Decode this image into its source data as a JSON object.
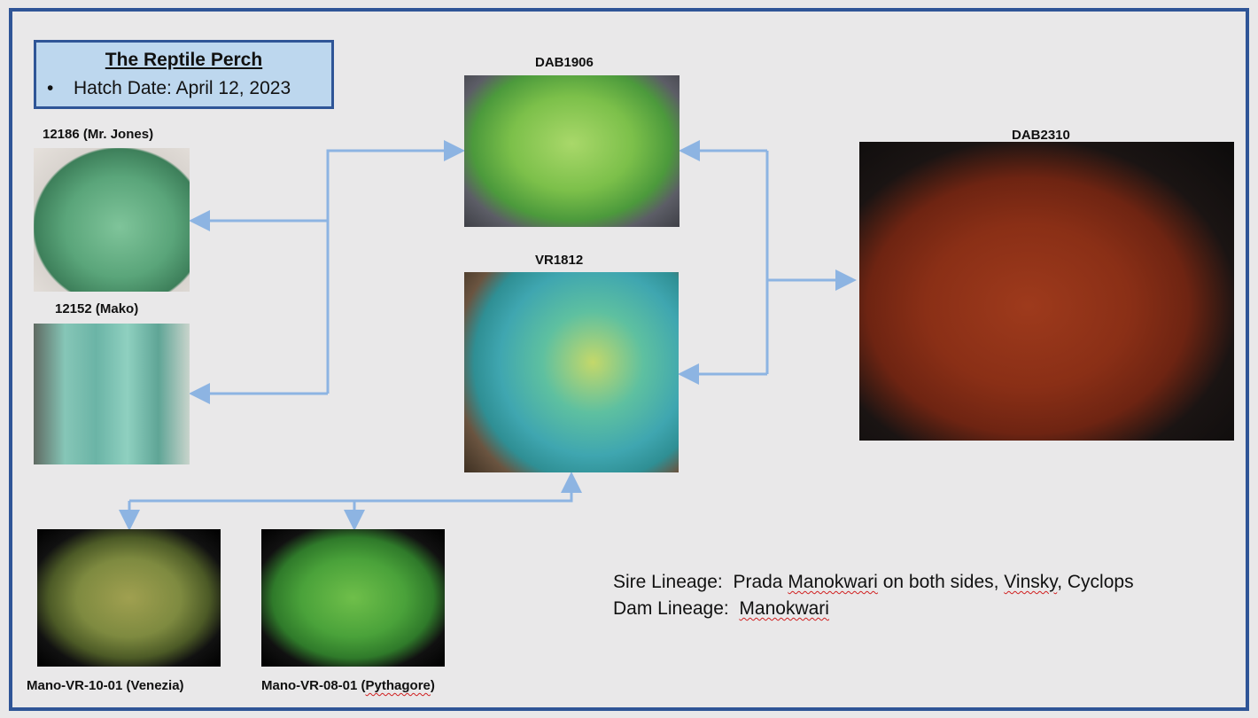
{
  "header": {
    "title": "The Reptile Perch",
    "hatch_date": "Hatch Date: April 12, 2023",
    "bullet": "•"
  },
  "animals": {
    "sire_sire": "12186 (Mr. Jones)",
    "sire_dam": "12152 (Mako)",
    "sire": "DAB1906",
    "dam": "VR1812",
    "offspring": "DAB2310",
    "dam_sire": "Mano-VR-10-01 (Venezia)",
    "dam_dam_prefix": "Mano-VR-08-01 (",
    "dam_dam_name": "Pythagore",
    "dam_dam_suffix": ")"
  },
  "lineage": {
    "sire_label": "Sire Lineage:",
    "sire_pre": "Prada ",
    "sire_w1": "Manokwari",
    "sire_mid": " on both sides, ",
    "sire_w2": "Vinsky",
    "sire_post": ", Cyclops",
    "dam_label": "Dam Lineage:",
    "dam_w1": "Manokwari"
  },
  "colors": {
    "frame": "#2f5597",
    "connector": "#8db4e2",
    "title_fill": "#bdd7ee"
  }
}
